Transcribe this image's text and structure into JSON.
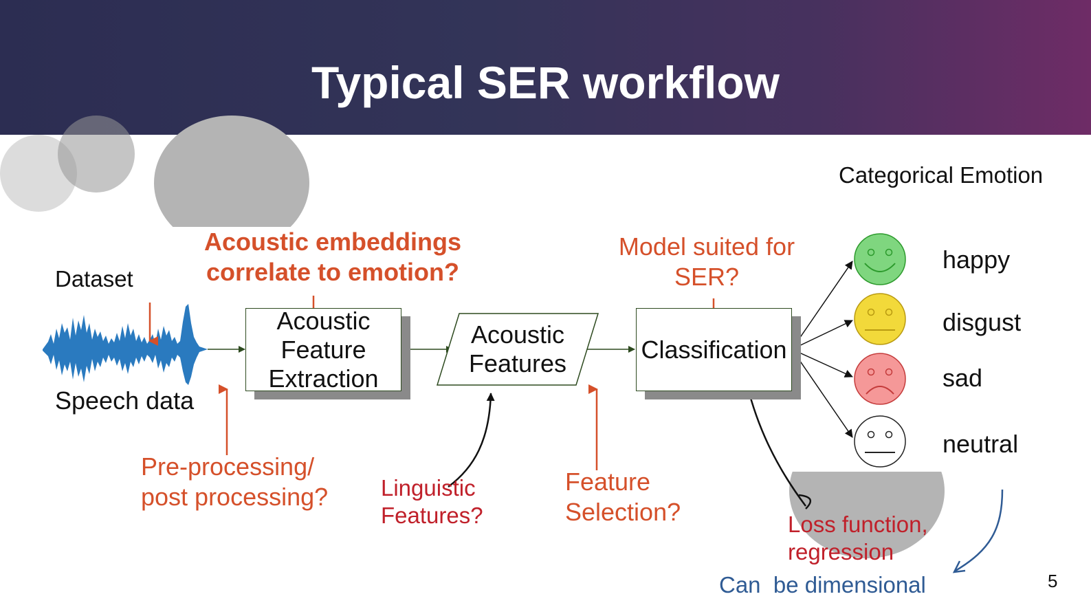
{
  "title": "Typical SER workflow",
  "labels": {
    "categorical_emotion": "Categorical Emotion",
    "dataset": "Dataset",
    "speech_data": "Speech data",
    "acoustic_embeddings_q": "Acoustic embeddings\ncorrelate to emotion?",
    "model_suited_q": "Model suited for\nSER?",
    "preprocessing_q": "Pre-processing/\npost processing?",
    "linguistic_features_q": "Linguistic\nFeatures?",
    "feature_selection_q": "Feature\nSelection?",
    "loss_function": "Loss function,\nregression",
    "can_be_dimensional": "Can  be dimensional",
    "page_number": "5"
  },
  "boxes": {
    "feature_extraction": "Acoustic\nFeature\nExtraction",
    "acoustic_features": "Acoustic\nFeatures",
    "classification": "Classification"
  },
  "emotions": [
    {
      "label": "happy",
      "face": "smile",
      "color": "#7fd67f",
      "stroke": "#2c9a2c"
    },
    {
      "label": "disgust",
      "face": "flat",
      "color": "#f2d93a",
      "stroke": "#b99a10"
    },
    {
      "label": "sad",
      "face": "frown",
      "color": "#f59898",
      "stroke": "#c43b3b"
    },
    {
      "label": "neutral",
      "face": "flat",
      "color": "#ffffff",
      "stroke": "#222222"
    }
  ],
  "colors": {
    "orange": "#d5502a",
    "red": "#c0202a",
    "blue": "#2f5b94",
    "waveform": "#2a7abf",
    "connector": "#2d4a1f"
  }
}
